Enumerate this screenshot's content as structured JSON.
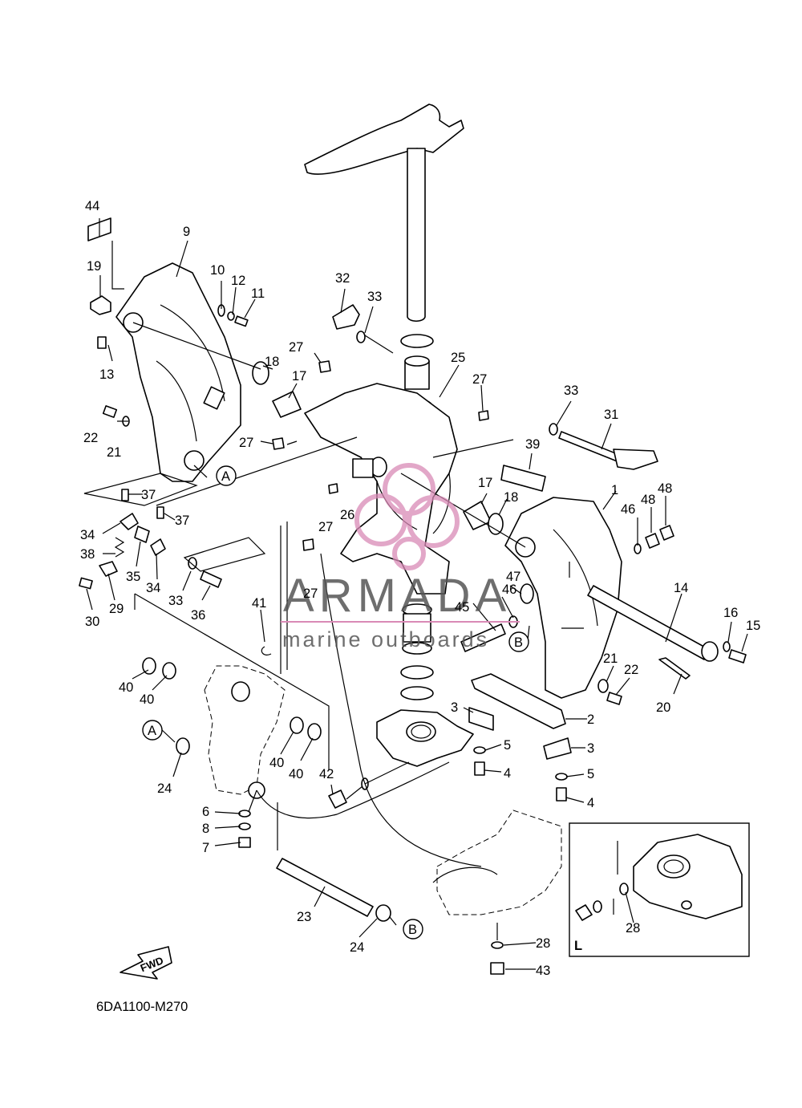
{
  "diagram_code": "6DA1100-M270",
  "fwd_label": "FWD",
  "inset_label": "L",
  "watermark": {
    "brand": "ARMADA",
    "tagline": "marine outboards",
    "color": "#d98ab6"
  },
  "callouts": [
    "1",
    "2",
    "3",
    "4",
    "5",
    "6",
    "7",
    "8",
    "9",
    "10",
    "11",
    "12",
    "13",
    "14",
    "15",
    "16",
    "17",
    "18",
    "19",
    "20",
    "21",
    "22",
    "23",
    "24",
    "25",
    "26",
    "27",
    "28",
    "29",
    "30",
    "31",
    "32",
    "33",
    "34",
    "35",
    "36",
    "37",
    "38",
    "39",
    "40",
    "41",
    "42",
    "43",
    "44",
    "45",
    "46",
    "47",
    "48"
  ],
  "references": {
    "a": "A",
    "b": "B"
  }
}
